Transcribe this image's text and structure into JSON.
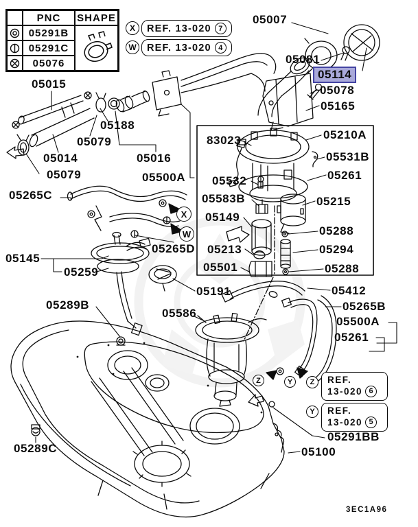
{
  "drawing": {
    "code": "3EC1A96",
    "highlight_color": "#a9a9da",
    "line_color": "#0c0c0c",
    "highlighted_part": "05114"
  },
  "legend_table": {
    "pnc_header": "PNC",
    "shape_header": "SHAPE",
    "shape_icon": "band-clamp-icon",
    "rows": [
      {
        "symbol": "double-circle",
        "pnc": "05291B"
      },
      {
        "symbol": "circle-bar",
        "pnc": "05291C"
      },
      {
        "symbol": "circle-cross",
        "pnc": "05076"
      }
    ]
  },
  "ref_callouts": {
    "top": [
      {
        "marker": "X",
        "text": "REF. 13-020",
        "num": "7"
      },
      {
        "marker": "W",
        "text": "REF. 13-020",
        "num": "4"
      }
    ],
    "bottom": [
      {
        "marker": "Z",
        "line1": "REF.",
        "line2": "13-020",
        "num": "6"
      },
      {
        "marker": "Y",
        "line1": "REF.",
        "line2": "13-020",
        "num": "5"
      }
    ]
  },
  "markers": [
    {
      "letter": "X"
    },
    {
      "letter": "W"
    },
    {
      "letter": "Z"
    },
    {
      "letter": "Y"
    }
  ],
  "part_labels": [
    {
      "text": "05007"
    },
    {
      "text": "05081"
    },
    {
      "text": "05114"
    },
    {
      "text": "05078"
    },
    {
      "text": "05165"
    },
    {
      "text": "05015"
    },
    {
      "text": "05188"
    },
    {
      "text": "05079"
    },
    {
      "text": "05014"
    },
    {
      "text": "05079"
    },
    {
      "text": "05016"
    },
    {
      "text": "05500A"
    },
    {
      "text": "05265C"
    },
    {
      "text": "83023"
    },
    {
      "text": "05210A"
    },
    {
      "text": "05531B"
    },
    {
      "text": "05261"
    },
    {
      "text": "05532"
    },
    {
      "text": "05583B"
    },
    {
      "text": "05215"
    },
    {
      "text": "05149"
    },
    {
      "text": "05288"
    },
    {
      "text": "05213"
    },
    {
      "text": "05294"
    },
    {
      "text": "05501"
    },
    {
      "text": "05288"
    },
    {
      "text": "05145"
    },
    {
      "text": "05259"
    },
    {
      "text": "05265D"
    },
    {
      "text": "05191"
    },
    {
      "text": "05412"
    },
    {
      "text": "05265B"
    },
    {
      "text": "05500A"
    },
    {
      "text": "05261"
    },
    {
      "text": "05586"
    },
    {
      "text": "05289B"
    },
    {
      "text": "05291BB"
    },
    {
      "text": "05100"
    },
    {
      "text": "05289C"
    }
  ]
}
